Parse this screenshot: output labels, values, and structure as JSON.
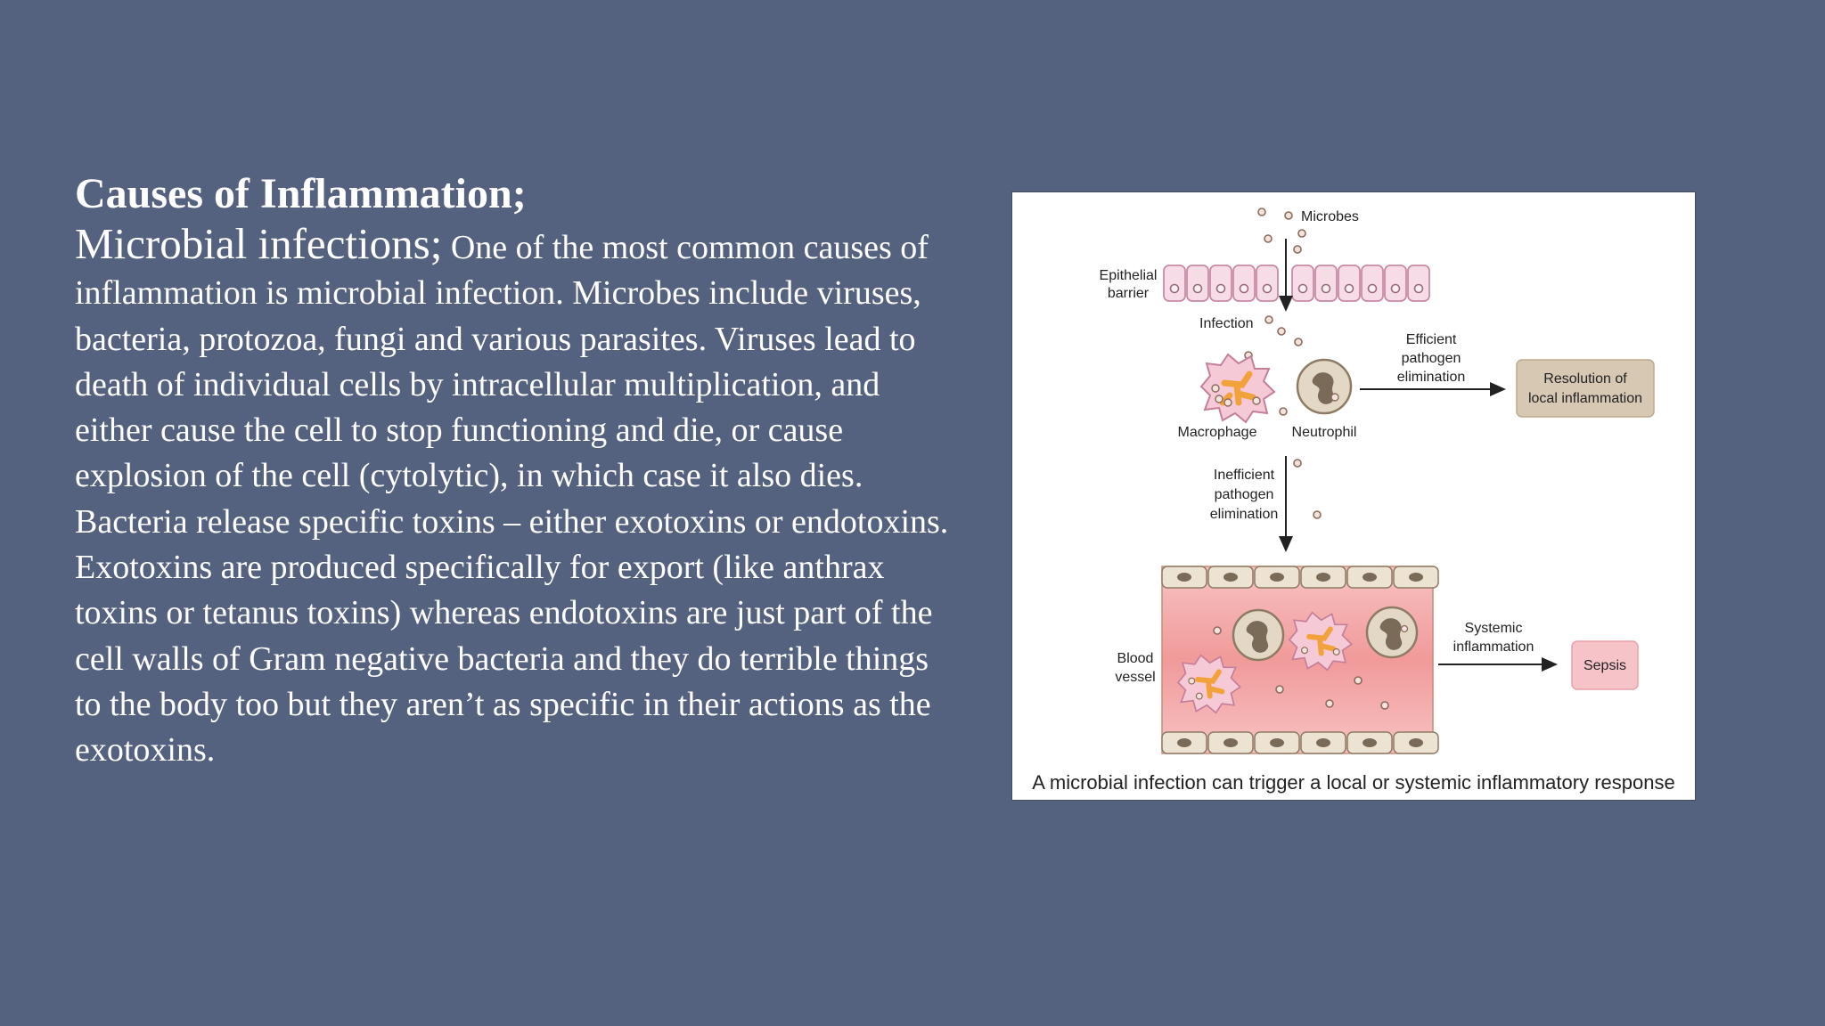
{
  "slide": {
    "heading": "Causes of Inflammation;",
    "subheading": "Microbial infections;",
    "body": " One of the most common causes of inflammation is microbial infection. Microbes include viruses, bacteria, protozoa, fungi and various parasites. Viruses lead to death of individual cells by intracellular multiplication, and either cause the cell to stop functioning and die, or cause explosion of the cell (cytolytic), in which case it also dies. Bacteria release specific toxins – either exotoxins or endotoxins. Exotoxins are produced specifically for export (like anthrax toxins or tetanus toxins) whereas endotoxins are just part of the cell walls of Gram negative bacteria and they do terrible things to the body too but they aren’t as specific in their actions as the exotoxins."
  },
  "figure": {
    "labels": {
      "microbes": "Microbes",
      "epithelial_1": "Epithelial",
      "epithelial_2": "barrier",
      "infection": "Infection",
      "efficient_1": "Efficient",
      "efficient_2": "pathogen",
      "efficient_3": "elimination",
      "resolution_1": "Resolution of",
      "resolution_2": "local inflammation",
      "macrophage": "Macrophage",
      "neutrophil": "Neutrophil",
      "inefficient_1": "Inefficient",
      "inefficient_2": "pathogen",
      "inefficient_3": "elimination",
      "blood_1": "Blood",
      "blood_2": "vessel",
      "systemic_1": "Systemic",
      "systemic_2": "inflammation",
      "sepsis": "Sepsis"
    },
    "caption": "A microbial infection can trigger a local or systemic inflammatory response",
    "colors": {
      "epithelial_cell": "#f6dce6",
      "epithelial_stroke": "#c98aa6",
      "resolution_box": "#d6c8b3",
      "sepsis_box": "#f6c4c8",
      "vessel_fill": "#f3a9a9",
      "macrophage": "#f6c9d6",
      "macrophage_core": "#f2a23a",
      "neutrophil": "#e3d8c5",
      "microbe": "#f2e4dc"
    }
  }
}
